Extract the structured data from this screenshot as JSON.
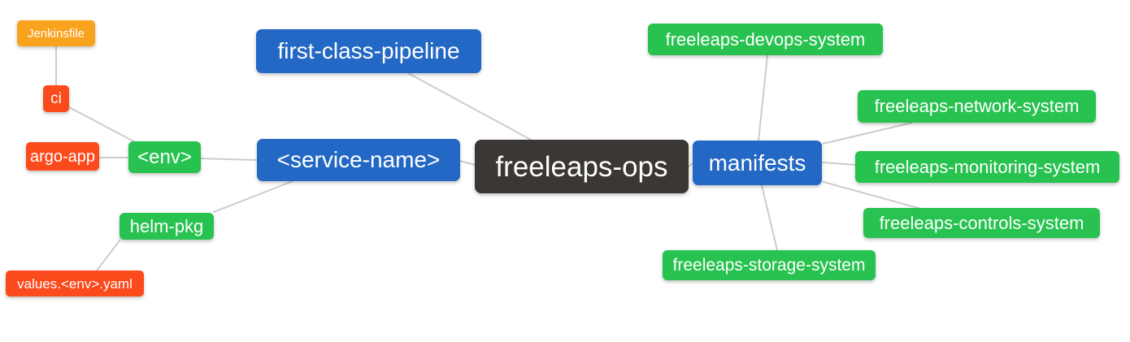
{
  "diagram": {
    "type": "mindmap",
    "root": "freeleaps-ops",
    "palette": {
      "level2_blue": "#2368c4",
      "level3_green": "#27c24f",
      "root_dark": "#3b3735",
      "level4_red": "#fb4a1c",
      "level5_orange": "#f9a21d",
      "edge_gray": "#cccccc",
      "text": "#ffffff",
      "background": "#ffffff"
    },
    "nodes": {
      "jenkinsfile": {
        "label": "Jenkinsfile",
        "color": "#f9a21d"
      },
      "ci": {
        "label": "ci",
        "color": "#fb4a1c"
      },
      "argo_app": {
        "label": "argo-app",
        "color": "#fb4a1c"
      },
      "env": {
        "label": "<env>",
        "color": "#27c24f"
      },
      "helm_pkg": {
        "label": "helm-pkg",
        "color": "#27c24f"
      },
      "values_yaml": {
        "label": "values.<env>.yaml",
        "color": "#fb4a1c"
      },
      "first_class_pipeline": {
        "label": "first-class-pipeline",
        "color": "#2368c4"
      },
      "service_name": {
        "label": "<service-name>",
        "color": "#2368c4"
      },
      "root": {
        "label": "freeleaps-ops",
        "color": "#3b3735"
      },
      "manifests": {
        "label": "manifests",
        "color": "#2368c4"
      },
      "devops_system": {
        "label": "freeleaps-devops-system",
        "color": "#27c24f"
      },
      "network_system": {
        "label": "freeleaps-network-system",
        "color": "#27c24f"
      },
      "monitoring_system": {
        "label": "freeleaps-monitoring-system",
        "color": "#27c24f"
      },
      "controls_system": {
        "label": "freeleaps-controls-system",
        "color": "#27c24f"
      },
      "storage_system": {
        "label": "freeleaps-storage-system",
        "color": "#27c24f"
      }
    },
    "edges": [
      {
        "from": "jenkinsfile",
        "to": "ci"
      },
      {
        "from": "ci",
        "to": "env"
      },
      {
        "from": "argo_app",
        "to": "env"
      },
      {
        "from": "env",
        "to": "service_name"
      },
      {
        "from": "helm_pkg",
        "to": "service_name"
      },
      {
        "from": "values_yaml",
        "to": "helm_pkg"
      },
      {
        "from": "first_class_pipeline",
        "to": "root"
      },
      {
        "from": "service_name",
        "to": "root"
      },
      {
        "from": "root",
        "to": "manifests"
      },
      {
        "from": "manifests",
        "to": "devops_system"
      },
      {
        "from": "manifests",
        "to": "network_system"
      },
      {
        "from": "manifests",
        "to": "monitoring_system"
      },
      {
        "from": "manifests",
        "to": "controls_system"
      },
      {
        "from": "manifests",
        "to": "storage_system"
      }
    ]
  }
}
